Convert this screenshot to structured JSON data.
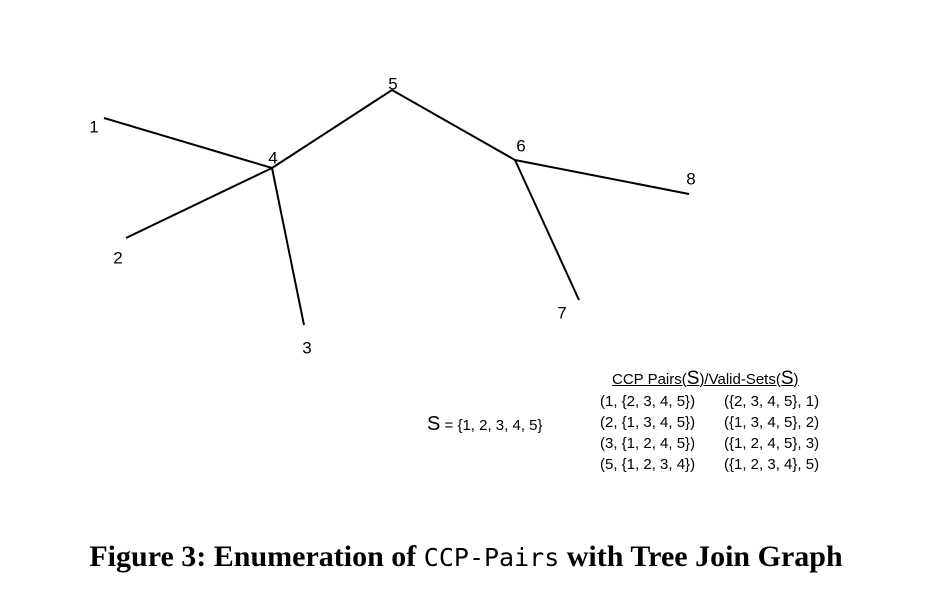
{
  "graph": {
    "nodes": [
      {
        "id": "1",
        "label": "1"
      },
      {
        "id": "2",
        "label": "2"
      },
      {
        "id": "3",
        "label": "3"
      },
      {
        "id": "4",
        "label": "4"
      },
      {
        "id": "5",
        "label": "5"
      },
      {
        "id": "6",
        "label": "6"
      },
      {
        "id": "7",
        "label": "7"
      },
      {
        "id": "8",
        "label": "8"
      }
    ],
    "edges": [
      [
        "1",
        "4"
      ],
      [
        "2",
        "4"
      ],
      [
        "3",
        "4"
      ],
      [
        "4",
        "5"
      ],
      [
        "5",
        "6"
      ],
      [
        "6",
        "7"
      ],
      [
        "6",
        "8"
      ]
    ]
  },
  "set_definition": {
    "symbol": "S",
    "value": " = {1, 2, 3, 4, 5}"
  },
  "ccp_table": {
    "header_a": "CCP Pairs(",
    "header_s1": "S",
    "header_b": ")/Valid-Sets(",
    "header_s2": "S",
    "header_c": ")",
    "rows": [
      {
        "pair": "(1, {2, 3, 4, 5})",
        "valid": "({2, 3, 4, 5}, 1)"
      },
      {
        "pair": "(2, {1, 3, 4, 5})",
        "valid": "({1, 3, 4, 5}, 2)"
      },
      {
        "pair": "(3, {1, 2, 4, 5})",
        "valid": "({1, 2, 4, 5}, 3)"
      },
      {
        "pair": "(5, {1, 2, 3, 4})",
        "valid": "({1, 2, 3, 4}, 5)"
      }
    ]
  },
  "caption": {
    "part1": "Figure 3: Enumeration of ",
    "code": "CCP-Pairs",
    "part2": " with Tree Join Graph"
  }
}
